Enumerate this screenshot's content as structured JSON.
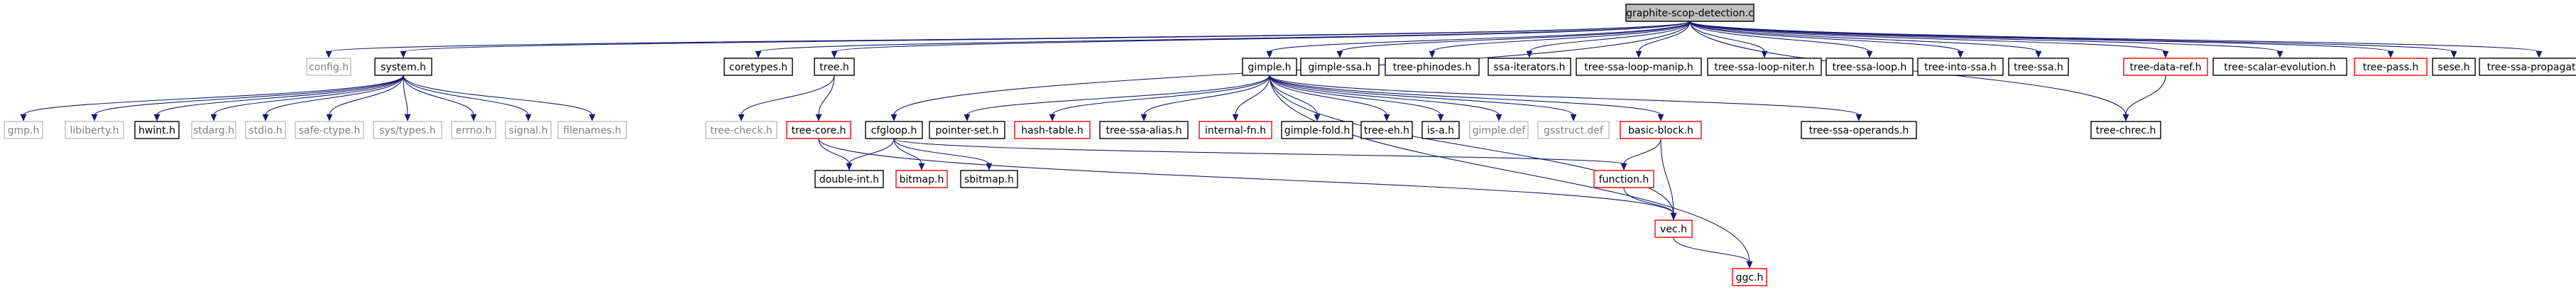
{
  "graph": {
    "title": "graphite-scop-detection.c",
    "style": {
      "edge_color": "#191970",
      "normal_border": "#000000",
      "missing_border": "#bfbfbf",
      "missing_text": "#808080",
      "error_border": "#ff0000",
      "root_fill": "#bfbfbf"
    },
    "nodes": [
      {
        "id": "root",
        "label": "graphite-scop-detection.c",
        "kind": "root"
      },
      {
        "id": "config",
        "label": "config.h",
        "kind": "missing"
      },
      {
        "id": "system",
        "label": "system.h",
        "kind": "normal"
      },
      {
        "id": "coretypes",
        "label": "coretypes.h",
        "kind": "normal"
      },
      {
        "id": "tree",
        "label": "tree.h",
        "kind": "normal"
      },
      {
        "id": "gimple",
        "label": "gimple.h",
        "kind": "normal"
      },
      {
        "id": "gimple_ssa",
        "label": "gimple-ssa.h",
        "kind": "normal"
      },
      {
        "id": "tree_phinodes",
        "label": "tree-phinodes.h",
        "kind": "normal"
      },
      {
        "id": "ssa_iterators",
        "label": "ssa-iterators.h",
        "kind": "normal"
      },
      {
        "id": "tree_ssa_loop_manip",
        "label": "tree-ssa-loop-manip.h",
        "kind": "normal"
      },
      {
        "id": "tree_ssa_loop_niter",
        "label": "tree-ssa-loop-niter.h",
        "kind": "normal"
      },
      {
        "id": "tree_ssa_loop",
        "label": "tree-ssa-loop.h",
        "kind": "normal"
      },
      {
        "id": "tree_into_ssa",
        "label": "tree-into-ssa.h",
        "kind": "normal"
      },
      {
        "id": "tree_ssa",
        "label": "tree-ssa.h",
        "kind": "normal"
      },
      {
        "id": "tree_data_ref",
        "label": "tree-data-ref.h",
        "kind": "error"
      },
      {
        "id": "tree_scalar_evolution",
        "label": "tree-scalar-evolution.h",
        "kind": "normal"
      },
      {
        "id": "tree_pass",
        "label": "tree-pass.h",
        "kind": "error"
      },
      {
        "id": "sese",
        "label": "sese.h",
        "kind": "normal"
      },
      {
        "id": "tree_ssa_propagate",
        "label": "tree-ssa-propagate.h",
        "kind": "normal"
      },
      {
        "id": "gmp",
        "label": "gmp.h",
        "kind": "missing"
      },
      {
        "id": "libiberty",
        "label": "libiberty.h",
        "kind": "missing"
      },
      {
        "id": "hwint",
        "label": "hwint.h",
        "kind": "normal"
      },
      {
        "id": "stdarg",
        "label": "stdarg.h",
        "kind": "missing"
      },
      {
        "id": "stdio",
        "label": "stdio.h",
        "kind": "missing"
      },
      {
        "id": "safe_ctype",
        "label": "safe-ctype.h",
        "kind": "missing"
      },
      {
        "id": "sys_types",
        "label": "sys/types.h",
        "kind": "missing"
      },
      {
        "id": "errno",
        "label": "errno.h",
        "kind": "missing"
      },
      {
        "id": "signal",
        "label": "signal.h",
        "kind": "missing"
      },
      {
        "id": "filenames",
        "label": "filenames.h",
        "kind": "missing"
      },
      {
        "id": "tree_check",
        "label": "tree-check.h",
        "kind": "missing"
      },
      {
        "id": "tree_core",
        "label": "tree-core.h",
        "kind": "error"
      },
      {
        "id": "cfgloop",
        "label": "cfgloop.h",
        "kind": "normal"
      },
      {
        "id": "pointer_set",
        "label": "pointer-set.h",
        "kind": "normal"
      },
      {
        "id": "hash_table",
        "label": "hash-table.h",
        "kind": "error"
      },
      {
        "id": "tree_ssa_alias",
        "label": "tree-ssa-alias.h",
        "kind": "normal"
      },
      {
        "id": "internal_fn",
        "label": "internal-fn.h",
        "kind": "error"
      },
      {
        "id": "gimple_fold",
        "label": "gimple-fold.h",
        "kind": "normal"
      },
      {
        "id": "tree_eh",
        "label": "tree-eh.h",
        "kind": "normal"
      },
      {
        "id": "is_a",
        "label": "is-a.h",
        "kind": "normal"
      },
      {
        "id": "gimple_def",
        "label": "gimple.def",
        "kind": "missing"
      },
      {
        "id": "gsstruct_def",
        "label": "gsstruct.def",
        "kind": "missing"
      },
      {
        "id": "basic_block",
        "label": "basic-block.h",
        "kind": "error"
      },
      {
        "id": "tree_ssa_operands",
        "label": "tree-ssa-operands.h",
        "kind": "normal"
      },
      {
        "id": "tree_chrec",
        "label": "tree-chrec.h",
        "kind": "normal"
      },
      {
        "id": "double_int",
        "label": "double-int.h",
        "kind": "normal"
      },
      {
        "id": "bitmap",
        "label": "bitmap.h",
        "kind": "error"
      },
      {
        "id": "sbitmap",
        "label": "sbitmap.h",
        "kind": "normal"
      },
      {
        "id": "function",
        "label": "function.h",
        "kind": "error"
      },
      {
        "id": "vec",
        "label": "vec.h",
        "kind": "error"
      },
      {
        "id": "ggc",
        "label": "ggc.h",
        "kind": "error"
      }
    ],
    "edges": [
      [
        "root",
        "config"
      ],
      [
        "root",
        "system"
      ],
      [
        "root",
        "coretypes"
      ],
      [
        "root",
        "tree"
      ],
      [
        "root",
        "gimple"
      ],
      [
        "root",
        "gimple_ssa"
      ],
      [
        "root",
        "tree_phinodes"
      ],
      [
        "root",
        "ssa_iterators"
      ],
      [
        "root",
        "tree_ssa_loop_manip"
      ],
      [
        "root",
        "tree_ssa_loop_niter"
      ],
      [
        "root",
        "tree_ssa_loop"
      ],
      [
        "root",
        "tree_into_ssa"
      ],
      [
        "root",
        "tree_ssa"
      ],
      [
        "root",
        "tree_data_ref"
      ],
      [
        "root",
        "tree_scalar_evolution"
      ],
      [
        "root",
        "tree_pass"
      ],
      [
        "root",
        "sese"
      ],
      [
        "root",
        "tree_ssa_propagate"
      ],
      [
        "root",
        "cfgloop"
      ],
      [
        "root",
        "tree_chrec"
      ],
      [
        "system",
        "gmp"
      ],
      [
        "system",
        "libiberty"
      ],
      [
        "system",
        "hwint"
      ],
      [
        "system",
        "stdarg"
      ],
      [
        "system",
        "stdio"
      ],
      [
        "system",
        "safe_ctype"
      ],
      [
        "system",
        "sys_types"
      ],
      [
        "system",
        "errno"
      ],
      [
        "system",
        "signal"
      ],
      [
        "system",
        "filenames"
      ],
      [
        "tree",
        "tree_check"
      ],
      [
        "tree",
        "tree_core"
      ],
      [
        "tree_core",
        "double_int"
      ],
      [
        "tree_core",
        "vec"
      ],
      [
        "gimple",
        "pointer_set"
      ],
      [
        "gimple",
        "hash_table"
      ],
      [
        "gimple",
        "tree_ssa_alias"
      ],
      [
        "gimple",
        "internal_fn"
      ],
      [
        "gimple",
        "gimple_fold"
      ],
      [
        "gimple",
        "tree_eh"
      ],
      [
        "gimple",
        "is_a"
      ],
      [
        "gimple",
        "gimple_def"
      ],
      [
        "gimple",
        "gsstruct_def"
      ],
      [
        "gimple",
        "basic_block"
      ],
      [
        "gimple",
        "tree_ssa_operands"
      ],
      [
        "gimple",
        "vec"
      ],
      [
        "gimple",
        "ggc"
      ],
      [
        "cfgloop",
        "double_int"
      ],
      [
        "cfgloop",
        "bitmap"
      ],
      [
        "cfgloop",
        "sbitmap"
      ],
      [
        "cfgloop",
        "function"
      ],
      [
        "basic_block",
        "function"
      ],
      [
        "basic_block",
        "vec"
      ],
      [
        "function",
        "vec"
      ],
      [
        "vec",
        "ggc"
      ],
      [
        "tree_data_ref",
        "tree_chrec"
      ]
    ]
  }
}
